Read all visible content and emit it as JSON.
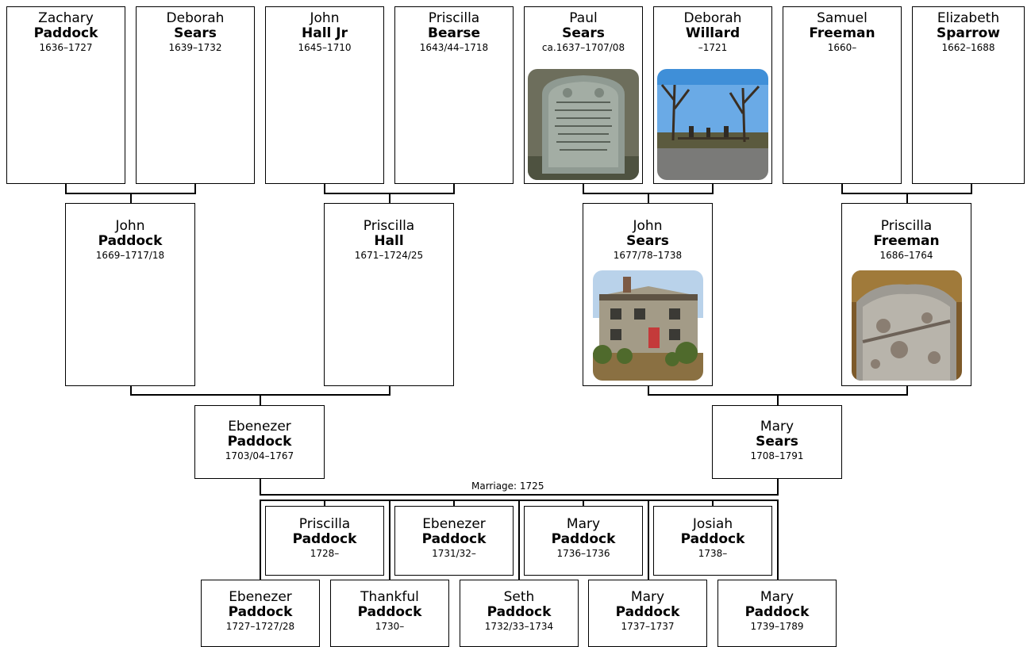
{
  "great_grandparents": [
    {
      "first": "Zachary",
      "last": "Paddock",
      "dates": "1636–1727"
    },
    {
      "first": "Deborah",
      "last": "Sears",
      "dates": "1639–1732"
    },
    {
      "first": "John",
      "last": "Hall Jr",
      "dates": "1645–1710"
    },
    {
      "first": "Priscilla",
      "last": "Bearse",
      "dates": "1643/44–1718"
    },
    {
      "first": "Paul",
      "last": "Sears",
      "dates": "ca.1637–1707/08"
    },
    {
      "first": "Deborah",
      "last": "Willard",
      "dates": "–1721"
    },
    {
      "first": "Samuel",
      "last": "Freeman",
      "dates": "1660–"
    },
    {
      "first": "Elizabeth",
      "last": "Sparrow",
      "dates": "1662–1688"
    }
  ],
  "grandparents": [
    {
      "first": "John",
      "last": "Paddock",
      "dates": "1669–1717/18"
    },
    {
      "first": "Priscilla",
      "last": "Hall",
      "dates": "1671–1724/25"
    },
    {
      "first": "John",
      "last": "Sears",
      "dates": "1677/78–1738"
    },
    {
      "first": "Priscilla",
      "last": "Freeman",
      "dates": "1686–1764"
    }
  ],
  "parents": [
    {
      "first": "Ebenezer",
      "last": "Paddock",
      "dates": "1703/04–1767"
    },
    {
      "first": "Mary",
      "last": "Sears",
      "dates": "1708–1791"
    }
  ],
  "marriage": {
    "label": "Marriage: 1725"
  },
  "children_upper": [
    {
      "first": "Priscilla",
      "last": "Paddock",
      "dates": "1728–"
    },
    {
      "first": "Ebenezer",
      "last": "Paddock",
      "dates": "1731/32–"
    },
    {
      "first": "Mary",
      "last": "Paddock",
      "dates": "1736–1736"
    },
    {
      "first": "Josiah",
      "last": "Paddock",
      "dates": "1738–"
    }
  ],
  "children_lower": [
    {
      "first": "Ebenezer",
      "last": "Paddock",
      "dates": "1727–1727/28"
    },
    {
      "first": "Thankful",
      "last": "Paddock",
      "dates": "1730–"
    },
    {
      "first": "Seth",
      "last": "Paddock",
      "dates": "1732/33–1734"
    },
    {
      "first": "Mary",
      "last": "Paddock",
      "dates": "1737–1737"
    },
    {
      "first": "Mary",
      "last": "Paddock",
      "dates": "1739–1789"
    }
  ],
  "photos": {
    "paul_sears": "gravestone-photo",
    "deborah_willard": "cemetery-photo",
    "john_sears": "house-photo",
    "priscilla_freeman": "gravestone-photo"
  }
}
